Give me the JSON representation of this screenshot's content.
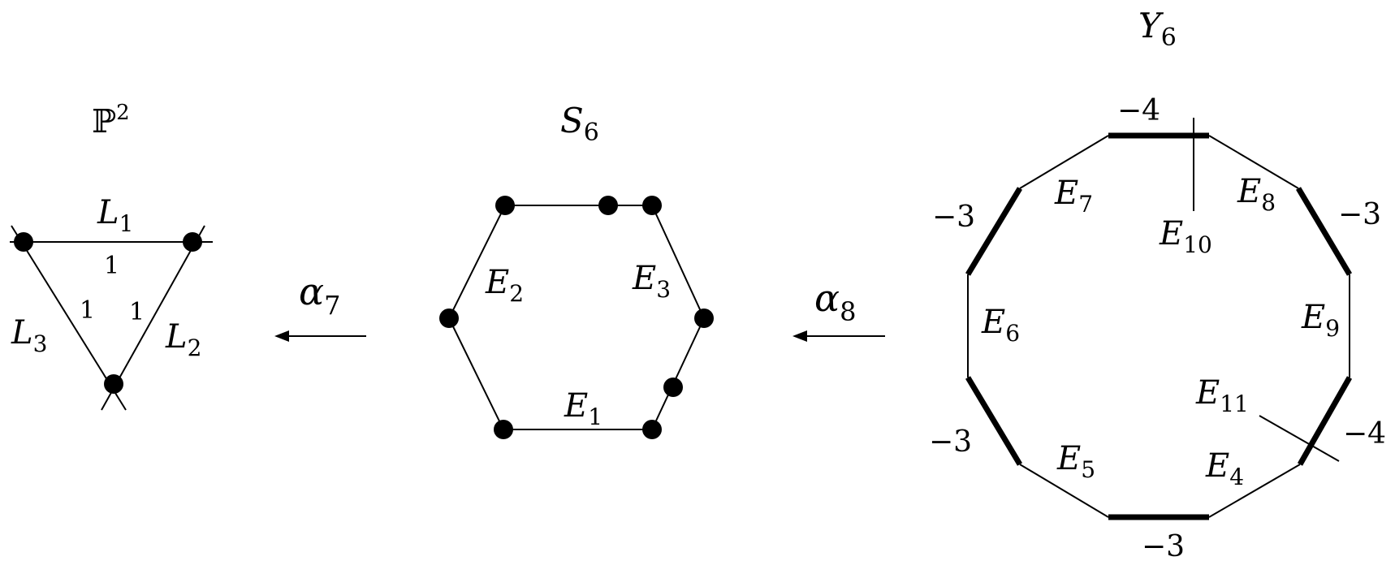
{
  "p2": {
    "title": "ℙ",
    "title_sup": "2",
    "lines": [
      {
        "name": "L",
        "sub": "1"
      },
      {
        "name": "L",
        "sub": "2"
      },
      {
        "name": "L",
        "sub": "3"
      }
    ],
    "multiplicities": [
      "1",
      "1",
      "1"
    ]
  },
  "arrow1": {
    "name": "α",
    "sub": "7"
  },
  "s6": {
    "title": "S",
    "title_sub": "6",
    "edges": [
      {
        "name": "E",
        "sub": "1"
      },
      {
        "name": "E",
        "sub": "2"
      },
      {
        "name": "E",
        "sub": "3"
      }
    ]
  },
  "arrow2": {
    "name": "α",
    "sub": "8"
  },
  "y6": {
    "title": "Y",
    "title_sub": "6",
    "edges": [
      {
        "name": "E",
        "sub": "4"
      },
      {
        "name": "E",
        "sub": "5"
      },
      {
        "name": "E",
        "sub": "6"
      },
      {
        "name": "E",
        "sub": "7"
      },
      {
        "name": "E",
        "sub": "8"
      },
      {
        "name": "E",
        "sub": "9"
      },
      {
        "name": "E",
        "sub": "10"
      },
      {
        "name": "E",
        "sub": "11"
      }
    ],
    "self_intersections": [
      "−4",
      "−3",
      "−3",
      "−3",
      "−3",
      "−4"
    ]
  }
}
